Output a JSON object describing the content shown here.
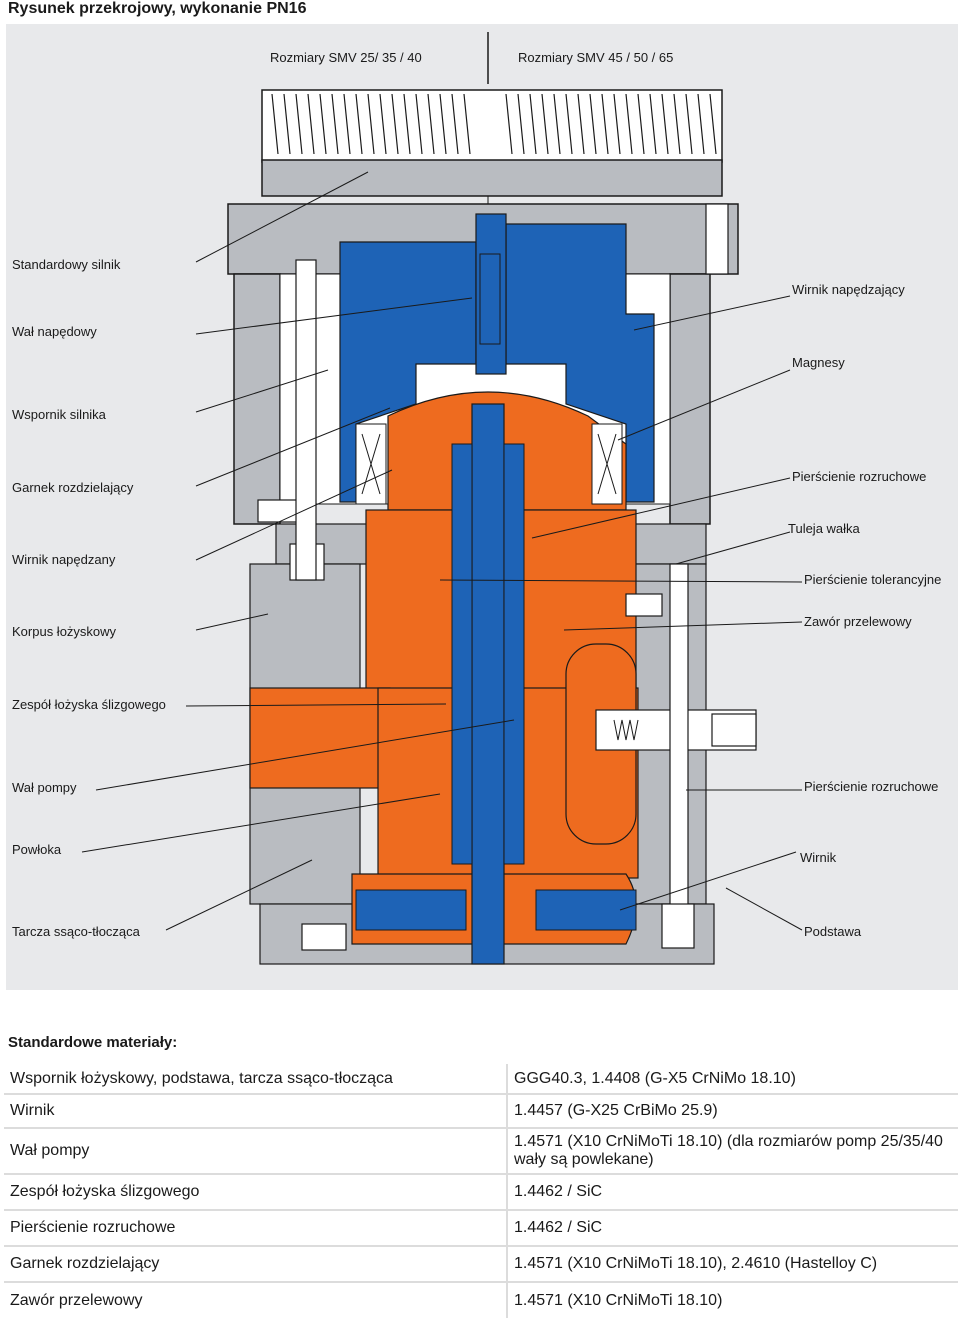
{
  "page_title": "Rysunek przekrojowy, wykonanie PN16",
  "figure": {
    "size_left": "Rozmiary SMV 25/ 35 / 40",
    "size_right": "Rozmiary SMV 45 / 50 / 65",
    "colors": {
      "background": "#e8e9eb",
      "housing_gray": "#b9bcc1",
      "rotor_blue": "#1e63b6",
      "pump_orange": "#ee6b1f",
      "white": "#ffffff",
      "line": "#1a1a1a"
    },
    "callouts_left": [
      "Standardowy silnik",
      "Wał napędowy",
      "Wspornik silnika",
      "Garnek rozdzielający",
      "Wirnik napędzany",
      "Korpus łożyskowy",
      "Zespół łożyska ślizgowego",
      "Wał pompy",
      "Powłoka",
      "Tarcza ssąco-tłocząca"
    ],
    "callouts_right": [
      "Wirnik napędzający",
      "Magnesy",
      "Pierścienie rozruchowe",
      "Tuleja wałka",
      "Pierścienie tolerancyjne",
      "Zawór przelewowy",
      "Pierścienie rozruchowe",
      "Wirnik",
      "Podstawa"
    ]
  },
  "materials": {
    "heading": "Standardowe materiały:",
    "rows": [
      {
        "part": "Wspornik łożyskowy, podstawa, tarcza ssąco-tłocząca",
        "material": "GGG40.3, 1.4408 (G-X5 CrNiMo 18.10)"
      },
      {
        "part": "Wirnik",
        "material": "1.4457 (G-X25 CrBiMo 25.9)"
      },
      {
        "part": "Wał pompy",
        "material": "1.4571 (X10 CrNiMoTi 18.10) (dla rozmiarów pomp 25/35/40 wały są powlekane)"
      },
      {
        "part": "Zespół łożyska ślizgowego",
        "material": "1.4462 / SiC"
      },
      {
        "part": "Pierścienie rozruchowe",
        "material": "1.4462 / SiC"
      },
      {
        "part": "Garnek rozdzielający",
        "material": "1.4571 (X10 CrNiMoTi 18.10), 2.4610 (Hastelloy C)"
      },
      {
        "part": "Zawór przelewowy",
        "material": "1.4571 (X10 CrNiMoTi 18.10)"
      }
    ]
  }
}
